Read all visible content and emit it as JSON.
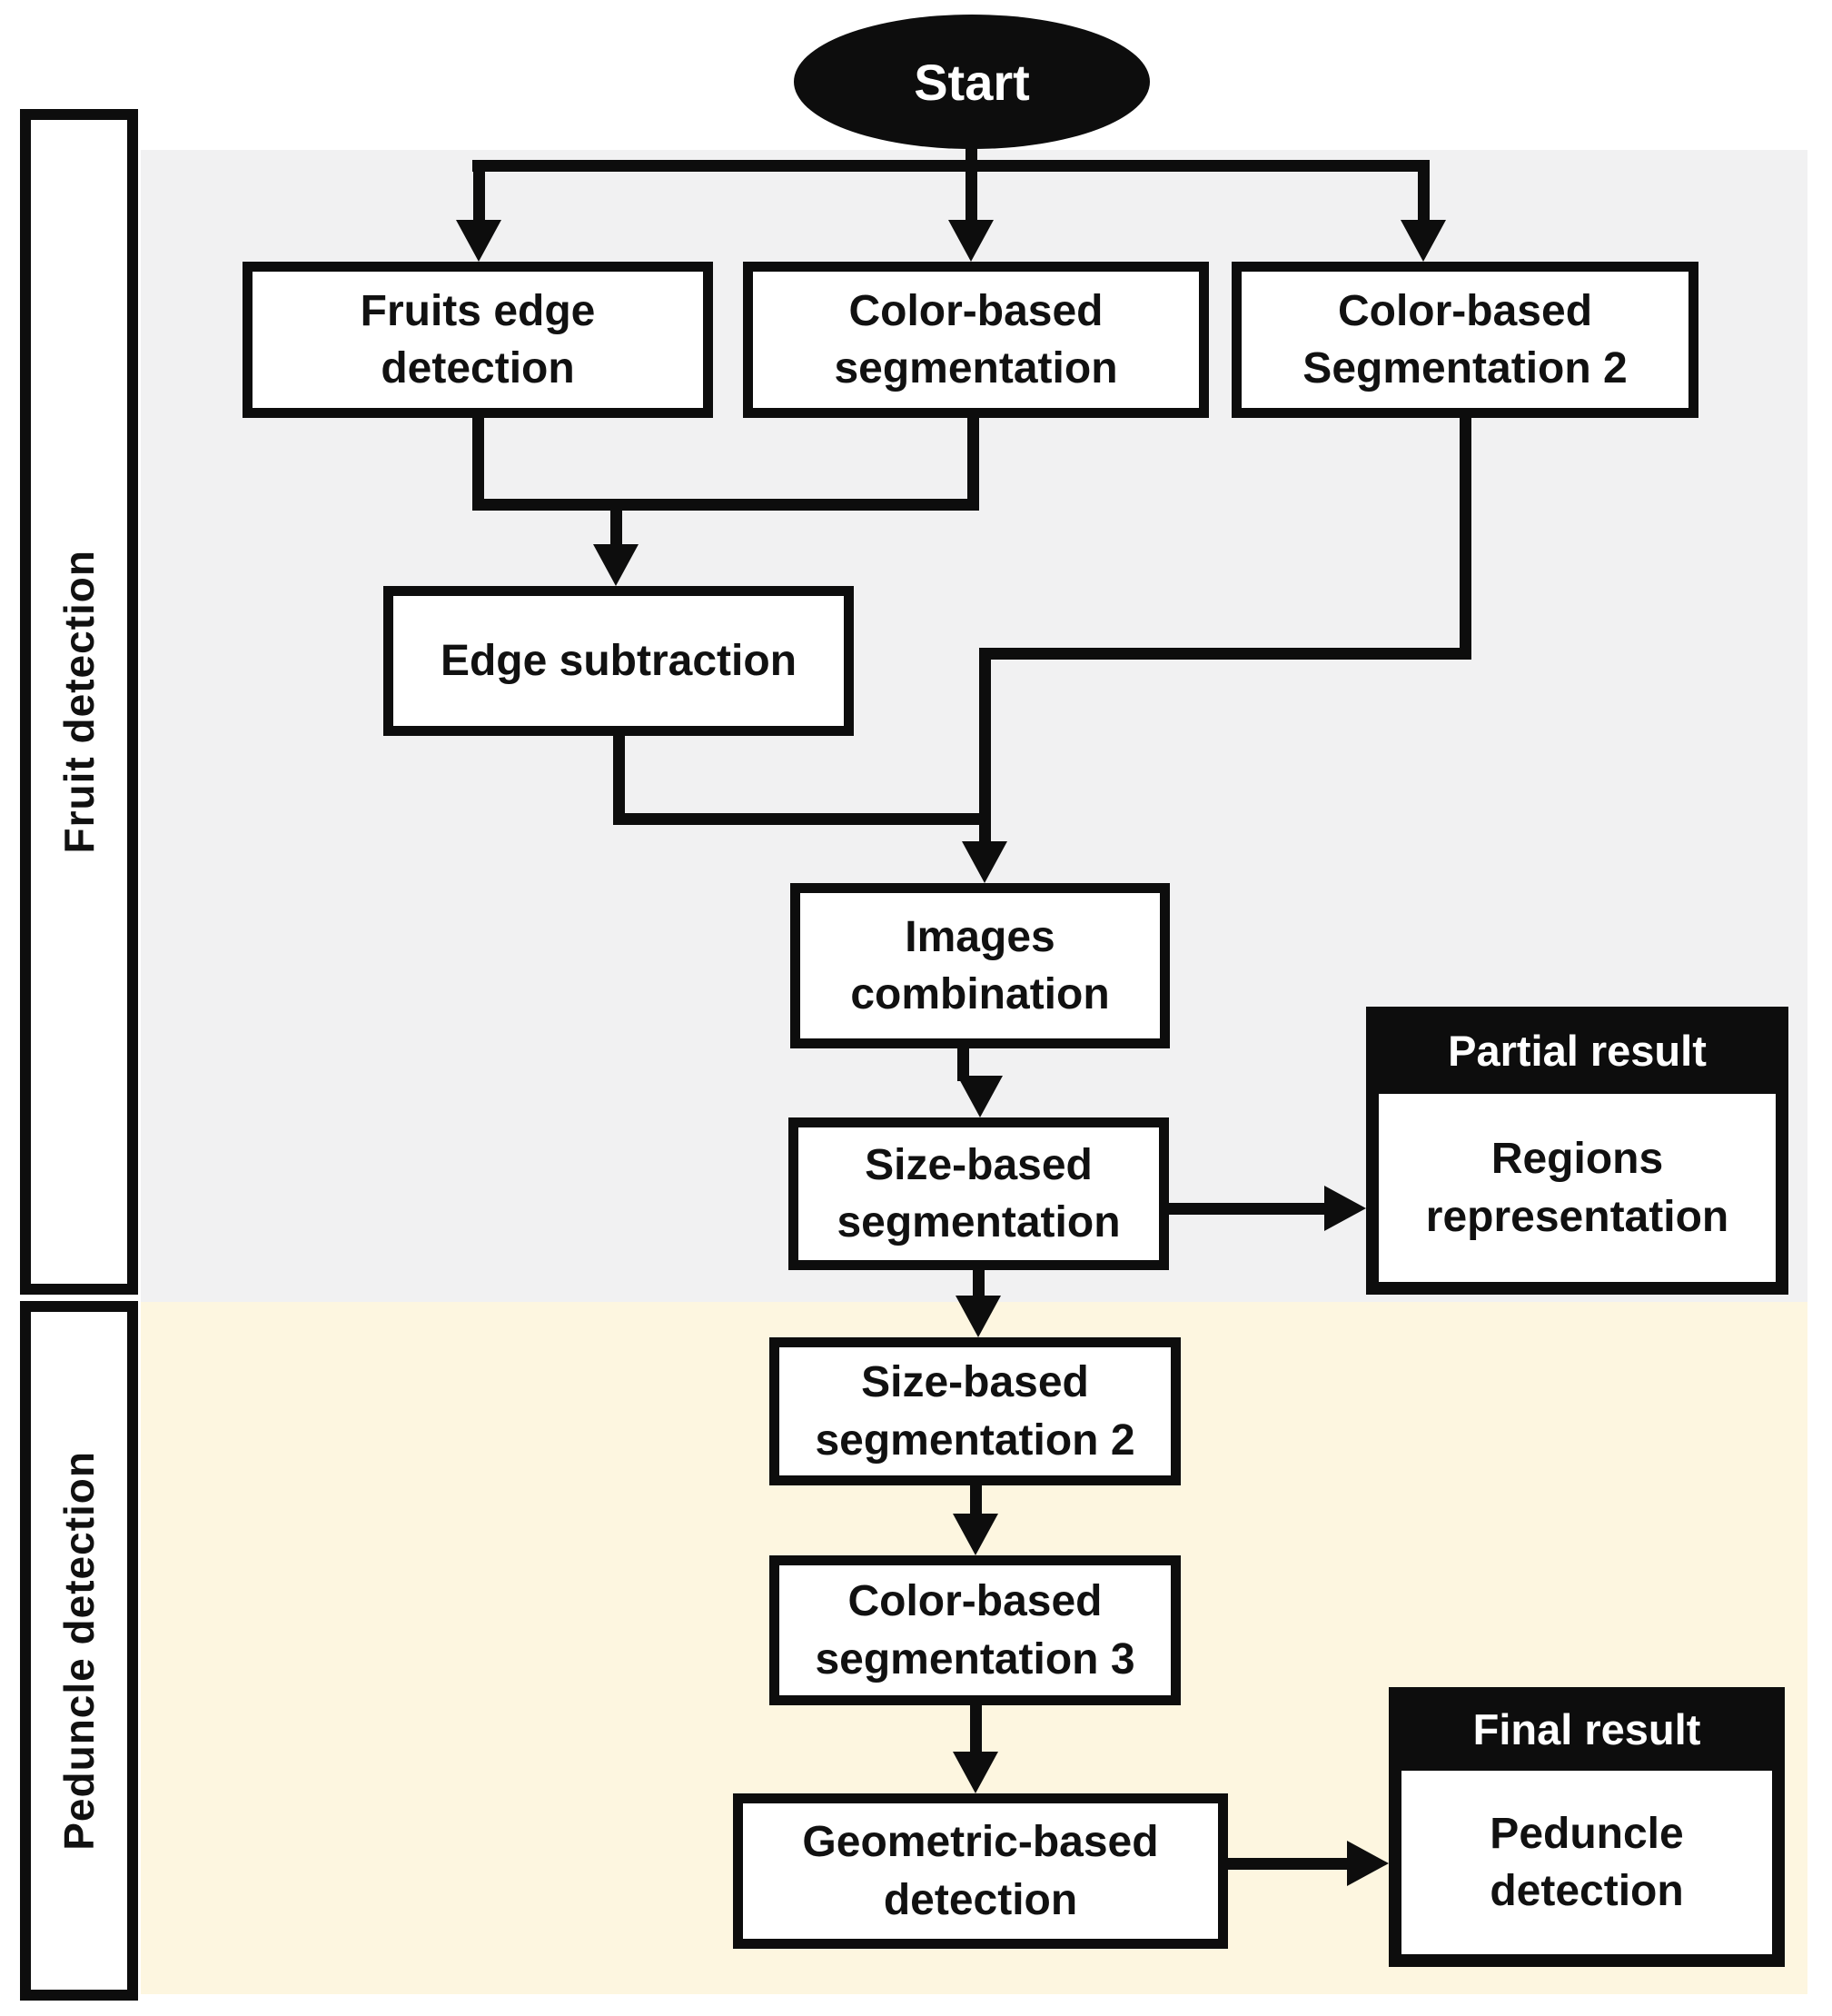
{
  "figure": {
    "start_label": "Start",
    "sections": [
      {
        "id": "fruit-detection",
        "label": "Fruit detection"
      },
      {
        "id": "peduncle-detection",
        "label": "Peduncle detection"
      }
    ],
    "nodes": {
      "fruits_edge": "Fruits edge\ndetection",
      "color_seg": "Color-based\nsegmentation",
      "color_seg2": "Color-based\nSegmentation 2",
      "edge_sub": "Edge subtraction",
      "images_comb": "Images\ncombination",
      "size_seg": "Size-based\nsegmentation",
      "size_seg2": "Size-based\nsegmentation 2",
      "color_seg3": "Color-based\nsegmentation 3",
      "geo_detect": "Geometric-based\ndetection"
    },
    "results": {
      "partial": {
        "header": "Partial result",
        "body": "Regions\nrepresentation"
      },
      "final": {
        "header": "Final result",
        "body": "Peduncle\ndetection"
      }
    },
    "colors": {
      "fruit_region_bg": "#f1f1f2",
      "peduncle_region_bg": "#fdf6e0",
      "node_border": "#0d0d0d",
      "node_fill": "#ffffff",
      "result_header_bg": "#0d0d0d",
      "result_header_text": "#ffffff"
    }
  }
}
